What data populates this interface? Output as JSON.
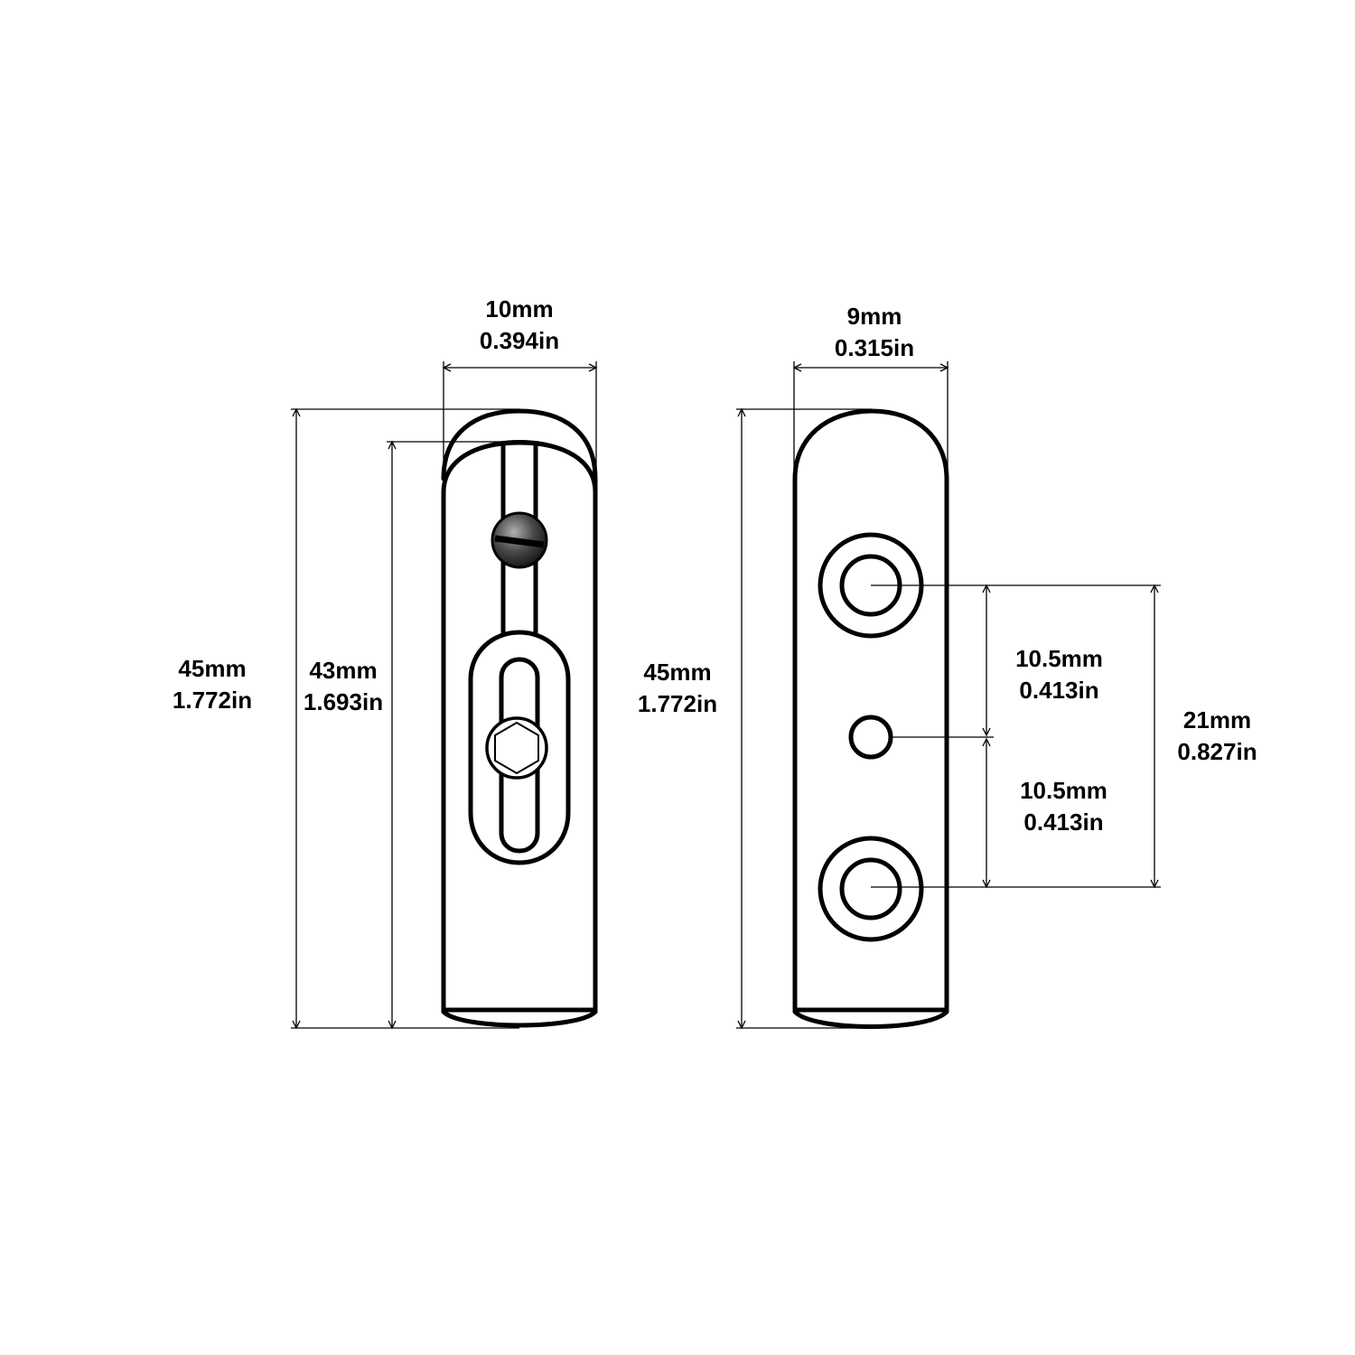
{
  "dimensions": {
    "left_width": {
      "mm": "10mm",
      "in": "0.394in"
    },
    "right_width": {
      "mm": "9mm",
      "in": "0.315in"
    },
    "left_height_total": {
      "mm": "45mm",
      "in": "1.772in"
    },
    "left_height_inner": {
      "mm": "43mm",
      "in": "1.693in"
    },
    "right_height_total": {
      "mm": "45mm",
      "in": "1.772in"
    },
    "hole_spacing_upper": {
      "mm": "10.5mm",
      "in": "0.413in"
    },
    "hole_spacing_lower": {
      "mm": "10.5mm",
      "in": "0.413in"
    },
    "hole_spacing_total": {
      "mm": "21mm",
      "in": "0.827in"
    }
  },
  "colors": {
    "line": "#000000",
    "background": "#ffffff",
    "screw_dark": "#2a2a2a",
    "screw_light": "#8a8a8a"
  }
}
